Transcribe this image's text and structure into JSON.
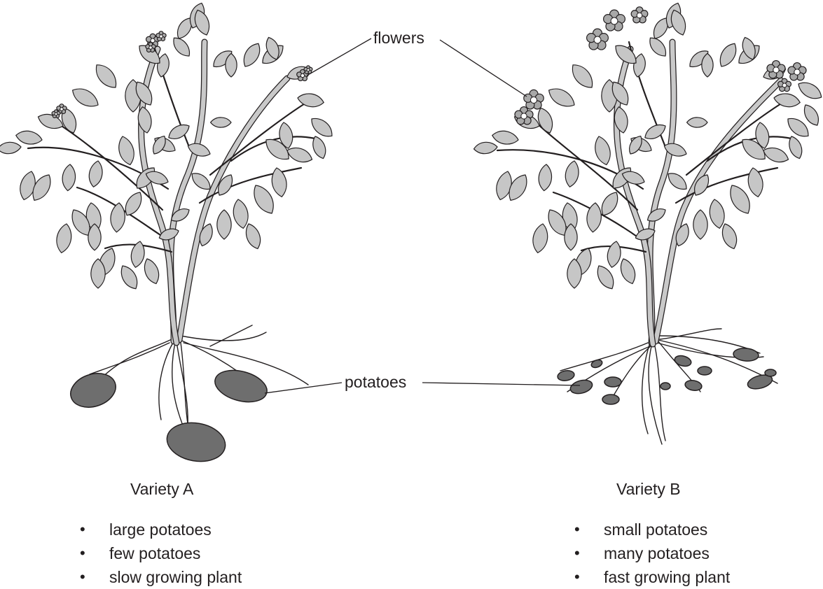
{
  "labels": {
    "flowers": "flowers",
    "potatoes": "potatoes"
  },
  "varieties": [
    {
      "name": "Variety A",
      "traits": [
        "large potatoes",
        "few potatoes",
        "slow growing plant"
      ]
    },
    {
      "name": "Variety B",
      "traits": [
        "small potatoes",
        "many potatoes",
        "fast growing plant"
      ]
    }
  ],
  "colors": {
    "leaf": "#c6c6c6",
    "stem": "#c9c9c9",
    "outline": "#231f20",
    "potato": "#6e6e6e",
    "flower": "#a8a8a8"
  }
}
